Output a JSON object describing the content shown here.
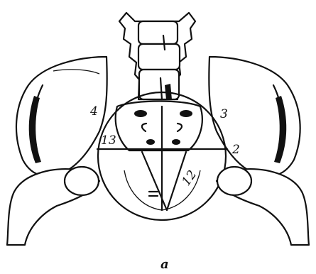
{
  "figure": {
    "caption": "a",
    "labels": {
      "l1": "4",
      "l2": "3",
      "l3": "13",
      "l4": "2",
      "l5": "12"
    }
  }
}
